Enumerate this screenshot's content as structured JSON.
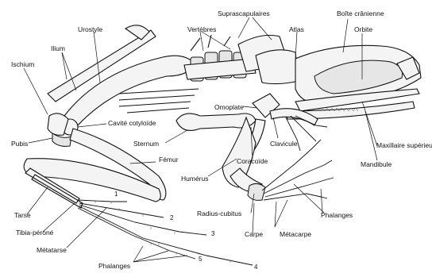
{
  "labels": {
    "suprascapulaires": "Suprascapulaires",
    "boite_cranienne": "Boîte crânienne",
    "urostyle": "Urostyle",
    "vertebres": "Vertèbres",
    "atlas": "Atlas",
    "orbite": "Orbite",
    "ilium": "Ilium",
    "ischium": "Ischium",
    "omoplate": "Omoplate",
    "cavite_cotyloide": "Cavité cotyloïde",
    "pubis": "Pubis",
    "sternum": "Sternum",
    "clavicule": "Clavicule",
    "maxillaire_superieur": "Maxillaire supérieur",
    "femur": "Fémur",
    "humerus": "Humérus",
    "coracoide": "Coracoïde",
    "mandibule": "Mandibule",
    "tarse": "Tarse",
    "radius_cubitus": "Radius-cubitus",
    "phalanges_front": "Phalanges",
    "tibia_perone": "Tibia-péroné",
    "metatarse": "Métatarse",
    "carpe": "Carpe",
    "metacarpe": "Métacarpe",
    "phalanges_hind": "Phalanges"
  },
  "toe_numbers": [
    "1",
    "2",
    "3",
    "4",
    "5"
  ]
}
